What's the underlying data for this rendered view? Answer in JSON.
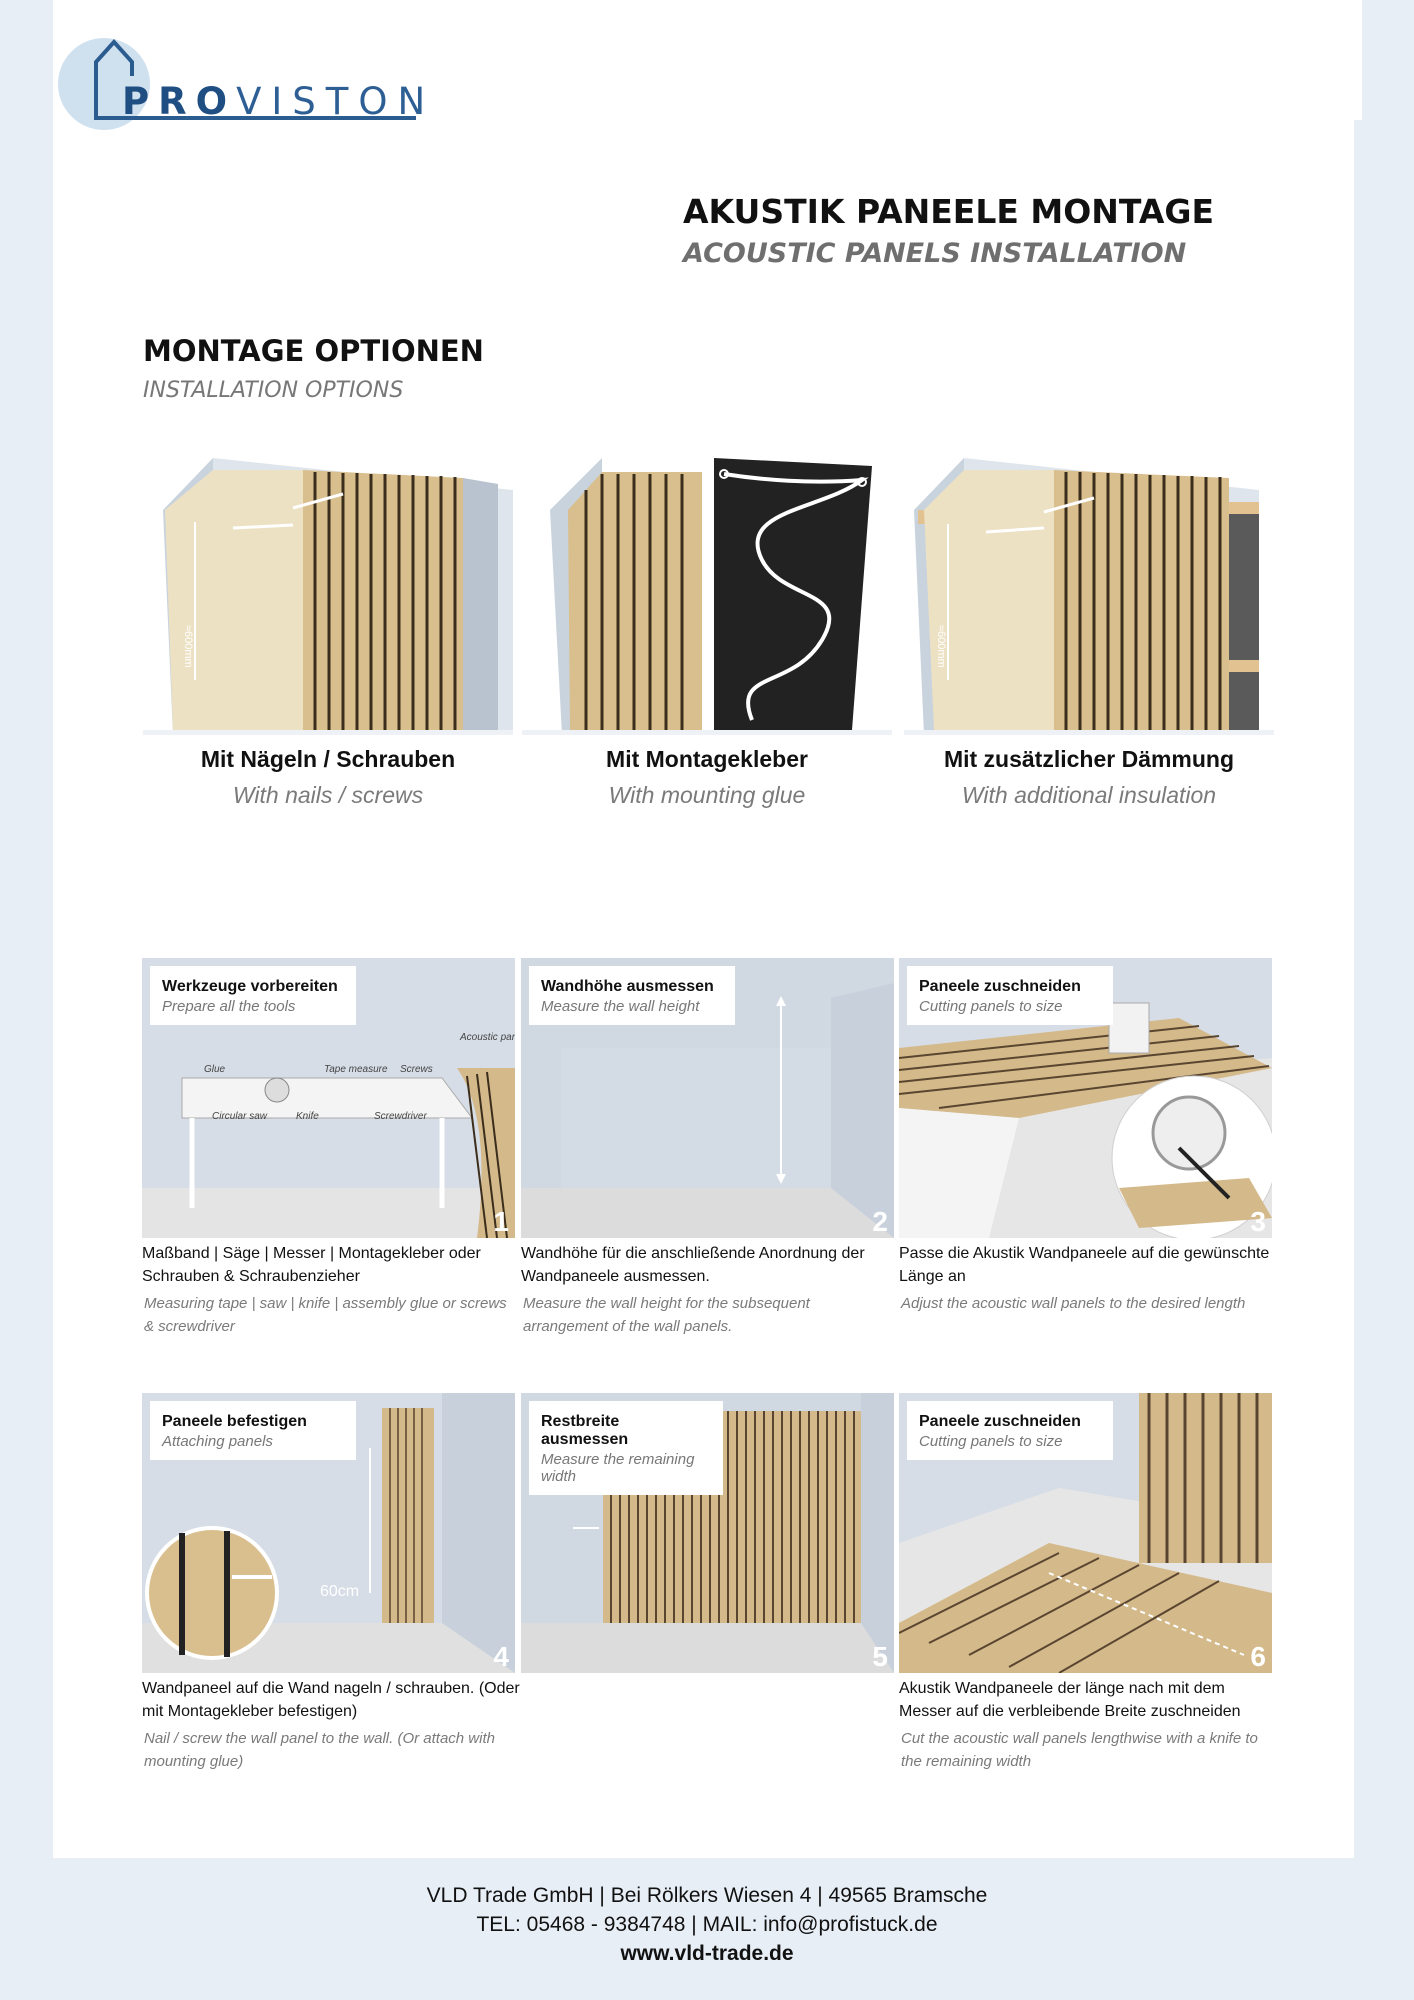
{
  "brand": {
    "logo_bold": "PRO",
    "logo_light": "VISTON"
  },
  "header": {
    "title": "AKUSTIK PANEELE MONTAGE",
    "subtitle": "ACOUSTIC PANELS INSTALLATION"
  },
  "options_section": {
    "title": "MONTAGE OPTIONEN",
    "subtitle": "INSTALLATION OPTIONS",
    "items": [
      {
        "label": "Mit Nägeln / Schrauben",
        "sub": "With nails / screws",
        "dim": "≈600mm"
      },
      {
        "label": "Mit Montagekleber",
        "sub": "With mounting glue"
      },
      {
        "label": "Mit zusätzlicher Dämmung",
        "sub": "With additional insulation",
        "dim": "≈600mm"
      }
    ]
  },
  "steps": [
    {
      "num": "1",
      "title": "Werkzeuge vorbereiten",
      "title_en": "Prepare all the tools",
      "desc_de": "Maßband | Säge | Messer | Montagekleber oder Schrauben & Schraubenzieher",
      "desc_en": "Measuring tape | saw | knife | assembly glue or screws & screwdriver",
      "tools": {
        "glue": "Glue",
        "tape": "Tape measure",
        "screws": "Screws",
        "saw": "Circular saw",
        "knife": "Knife",
        "screwdriver": "Screwdriver",
        "panels": "Acoustic panels"
      }
    },
    {
      "num": "2",
      "title": "Wandhöhe ausmessen",
      "title_en": "Measure the wall height",
      "desc_de": "Wandhöhe für die anschließende Anordnung der Wandpaneele ausmessen.",
      "desc_en": "Measure the wall height for the subsequent arrangement of the wall panels."
    },
    {
      "num": "3",
      "title": "Paneele zuschneiden",
      "title_en": "Cutting panels to size",
      "desc_de": "Passe die Akustik Wandpaneele auf die gewünschte Länge an",
      "desc_en": "Adjust the acoustic wall panels to the desired length"
    },
    {
      "num": "4",
      "title": "Paneele befestigen",
      "title_en": "Attaching panels",
      "desc_de": "Wandpaneel auf die Wand nageln / schrauben. (Oder mit Montagekleber befestigen)",
      "desc_en": "Nail / screw the wall panel to the wall. (Or attach with mounting glue)",
      "spacing": "60cm"
    },
    {
      "num": "5",
      "title": "Restbreite ausmessen",
      "title_en": "Measure the remaining width",
      "desc_de": "",
      "desc_en": ""
    },
    {
      "num": "6",
      "title": "Paneele zuschneiden",
      "title_en": "Cutting panels to size",
      "desc_de": "Akustik Wandpaneele der länge nach mit dem Messer auf die verbleibende Breite zuschneiden",
      "desc_en": "Cut the acoustic wall panels lengthwise with a knife to the remaining width"
    }
  ],
  "footer": {
    "line1": "VLD Trade GmbH | Bei Rölkers Wiesen 4 | 49565 Bramsche",
    "line2": "TEL: 05468 - 9384748 | MAIL: info@profistuck.de",
    "line3": "www.vld-trade.de"
  },
  "colors": {
    "accent": "#2b5c8f",
    "wood": "#d4b98a",
    "wall": "#d6dde6",
    "background": "#e8eef5"
  }
}
